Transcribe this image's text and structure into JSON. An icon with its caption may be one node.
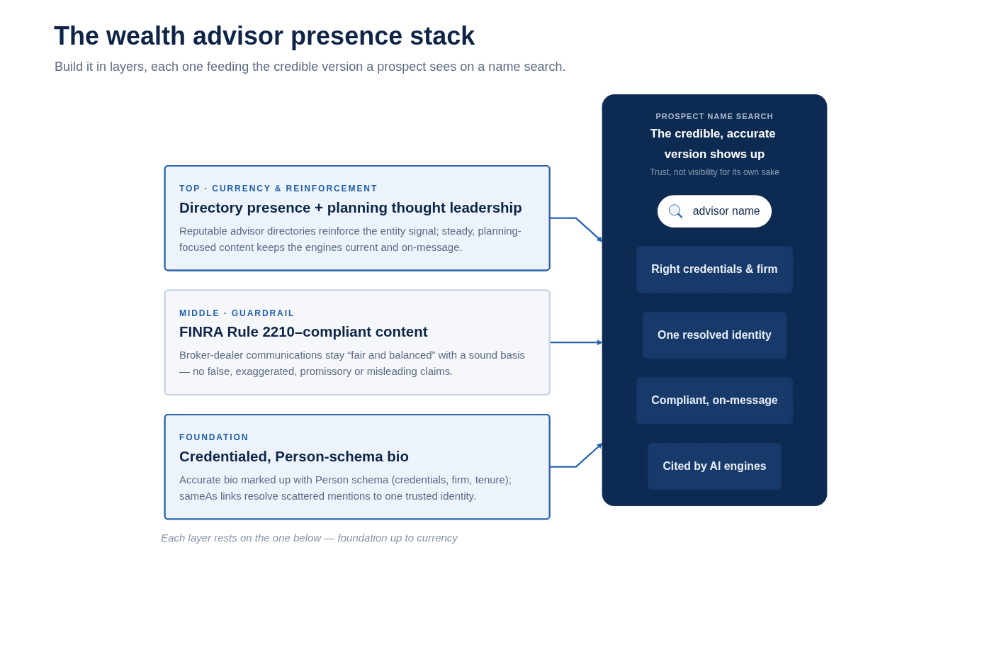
{
  "diagram": {
    "title": "The wealth advisor presence stack",
    "nodes": [
      {
        "text": [
          "TOP · CURRENCY & REINFORCEMENT",
          "Directory presence + planning thought leadership",
          "Reputable advisor directories reinforce the entity signal; steady, planning-focused content keeps the engines current and on-message."
        ]
      },
      {
        "text": [
          "MIDDLE · GUARDRAIL",
          "FINRA Rule 2210–compliant content",
          "Broker-dealer communications stay “fair and balanced” with a sound basis — no false, exaggerated, promissory or misleading claims."
        ]
      },
      {
        "text": [
          "FOUNDATION",
          "Credentialed, Person-schema bio",
          "Accurate bio marked up with Person schema (credentials, firm, tenure); sameAs links resolve scattered mentions to one trusted identity."
        ]
      },
      {
        "text": [
          "PROSPECT NAME SEARCH",
          "The credible, accurate version shows up",
          "Trust, not visibility for its own sake"
        ]
      },
      {
        "text": [
          "advisor name"
        ],
        "in": 3
      },
      {
        "text": [
          "Right credentials & firm"
        ],
        "in": 3
      },
      {
        "text": [
          "One resolved identity"
        ],
        "in": 3
      },
      {
        "text": [
          "Compliant, on-message"
        ],
        "in": 3
      },
      {
        "text": [
          "Cited by AI engines"
        ],
        "in": 3
      }
    ],
    "edges": [
      {
        "from": 0,
        "to": 3,
        "arrow": "to"
      },
      {
        "from": 1,
        "to": 3,
        "arrow": "to"
      },
      {
        "from": 2,
        "to": 3,
        "arrow": "to"
      }
    ],
    "labels": [
      "Build it in layers, each one feeding the credible version a prospect sees on a name search.",
      "Each layer rests on the one below — foundation up to currency"
    ]
  }
}
